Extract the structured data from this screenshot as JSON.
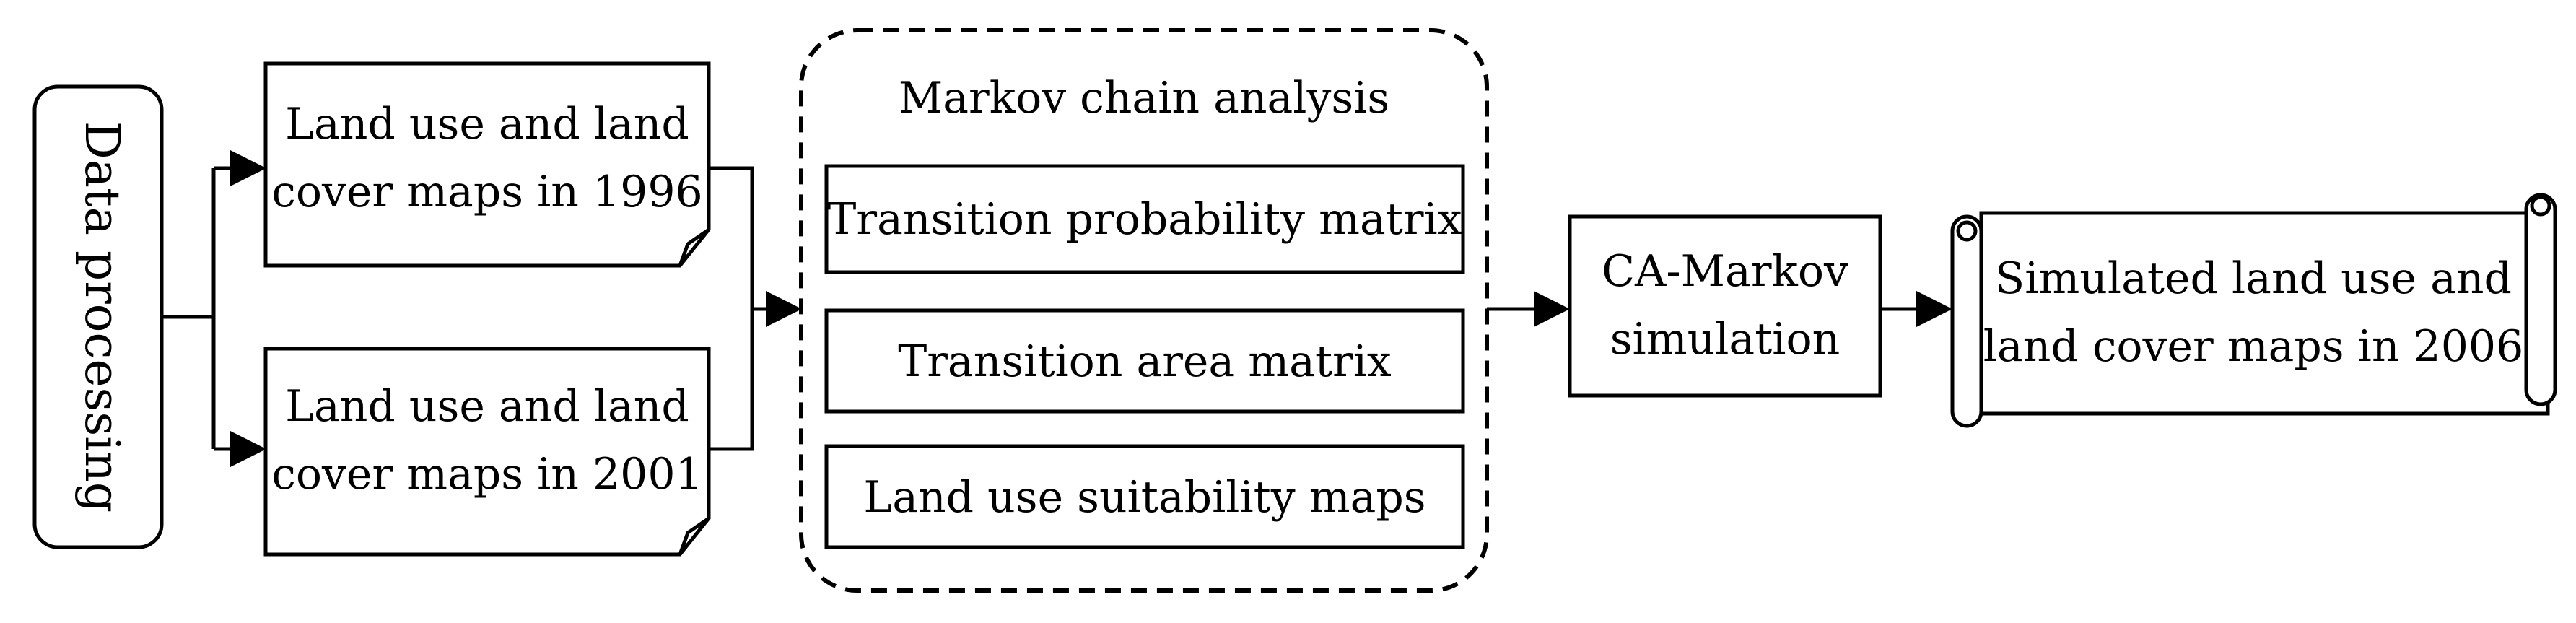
{
  "style": {
    "stroke_color": "#000000",
    "text_color": "#000000",
    "background": "#ffffff"
  },
  "diagram": {
    "data_processing": {
      "label": "Data processing"
    },
    "maps_1996": {
      "line1": "Land use and land",
      "line2": "cover maps in 1996"
    },
    "maps_2001": {
      "line1": "Land use and land",
      "line2": "cover maps in 2001"
    },
    "markov": {
      "title": "Markov chain analysis",
      "items": [
        "Transition probability matrix",
        "Transition area matrix",
        "Land use suitability maps"
      ]
    },
    "ca_markov": {
      "line1": "CA-Markov",
      "line2": "simulation"
    },
    "simulated": {
      "line1": "Simulated land use and",
      "line2": "land cover maps in 2006"
    }
  }
}
